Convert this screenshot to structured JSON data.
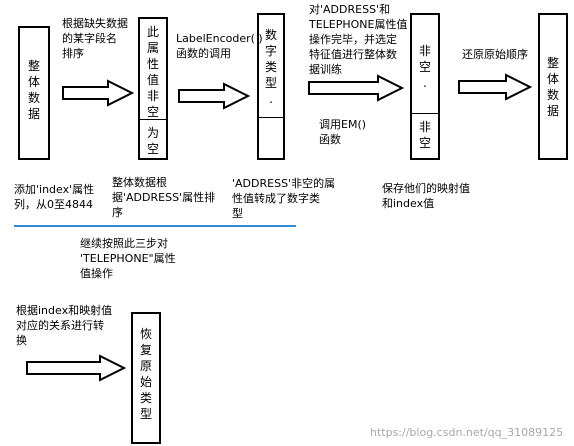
{
  "boxes": {
    "whole_data": "整\n体\n数\n据",
    "split_box_top": "此\n属\n性\n值\n非\n空",
    "split_box_bottom": "为\n空",
    "numeric_type": "数\n字\n类\n型\n.",
    "mid_box_top": "非\n空\n.",
    "mid_box_bottom": "非\n空",
    "final_whole_data": "整\n体\n数\n据",
    "restore_type": "恢\n复\n原\n始\n类\n型"
  },
  "notes": {
    "sort_by_field": "根据缺失数据\n的某字段名\n排序",
    "label_encoder": "LabelEncoder( )\n函数的调用",
    "address_telephone": "对'ADDRESS'和\nTELEPHONE属性值\n操作完毕，并选定\n特征值进行整体数\n据训练",
    "restore_order": "还原原始顺序",
    "call_em": "调用EM()\n函数",
    "add_index": "添加'index'属性\n列，从0至4844",
    "sort_by_address": "整体数据根\n据'ADDRESS'属性排\n序",
    "address_converted": "'ADDRESS'非空的属\n性值转成了数字类\n型",
    "save_mapping": "保存他们的映射值\n和index值",
    "continue_telephone": "继续按照此三步对\n'TELEPHONE\"属性\n值操作",
    "convert_by_index": "根据index和映射值\n对应的关系进行转\n换"
  },
  "watermark": "https://blog.csdn.net/qq_31089125",
  "colors": {
    "line": "#000000",
    "divider_blue": "#2e8bd4",
    "watermark": "#a8a8a8"
  }
}
